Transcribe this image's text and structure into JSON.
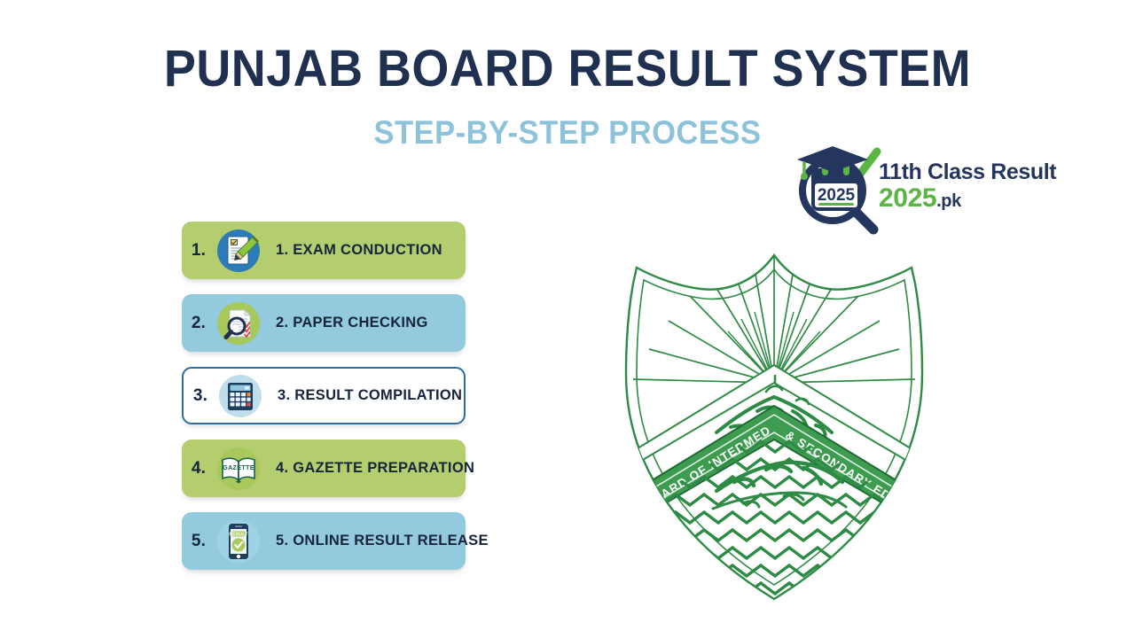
{
  "header": {
    "title": "PUNJAB BOARD RESULT SYSTEM",
    "subtitle": "STEP-BY-STEP PROCESS"
  },
  "brand": {
    "line1": "11th Class Result",
    "year": "2025",
    "tld": ".pk",
    "mark_year": "2025",
    "colors": {
      "navy": "#24355e",
      "green": "#5bb544"
    }
  },
  "steps": [
    {
      "number": "1.",
      "label": "1. EXAM CONDUCTION",
      "style": "green",
      "row_color": "#b4cd6e",
      "icon": "document-pencil-icon",
      "icon_circle": "#2d7cb8"
    },
    {
      "number": "2.",
      "label": "2. PAPER CHECKING",
      "style": "blue",
      "row_color": "#93cadd",
      "icon": "magnifier-document-icon",
      "icon_circle": "#a8c95a"
    },
    {
      "number": "3.",
      "label": "3. RESULT COMPILATION",
      "style": "white",
      "row_color": "#ffffff",
      "icon": "calculator-icon",
      "icon_circle": "#bfdeec"
    },
    {
      "number": "4.",
      "label": "4. GAZETTE PREPARATION",
      "style": "green",
      "row_color": "#b4cd6e",
      "icon": "open-book-icon",
      "icon_circle": "#a8c95a",
      "icon_text": "GAZETTE"
    },
    {
      "number": "5.",
      "label": "5. ONLINE RESULT RELEASE",
      "style": "blue",
      "row_color": "#93cadd",
      "icon": "smartphone-result-icon",
      "icon_circle": "#9ed2e4",
      "icon_text": "RESULT"
    }
  ],
  "emblem": {
    "name": "board-of-intermediate-and-secondary-education-lahore-emblem",
    "band_text": "BOARD OF INTERMEDIATE & SECONDARY EDUCATION LAHORE",
    "color": "#2e8b45"
  }
}
